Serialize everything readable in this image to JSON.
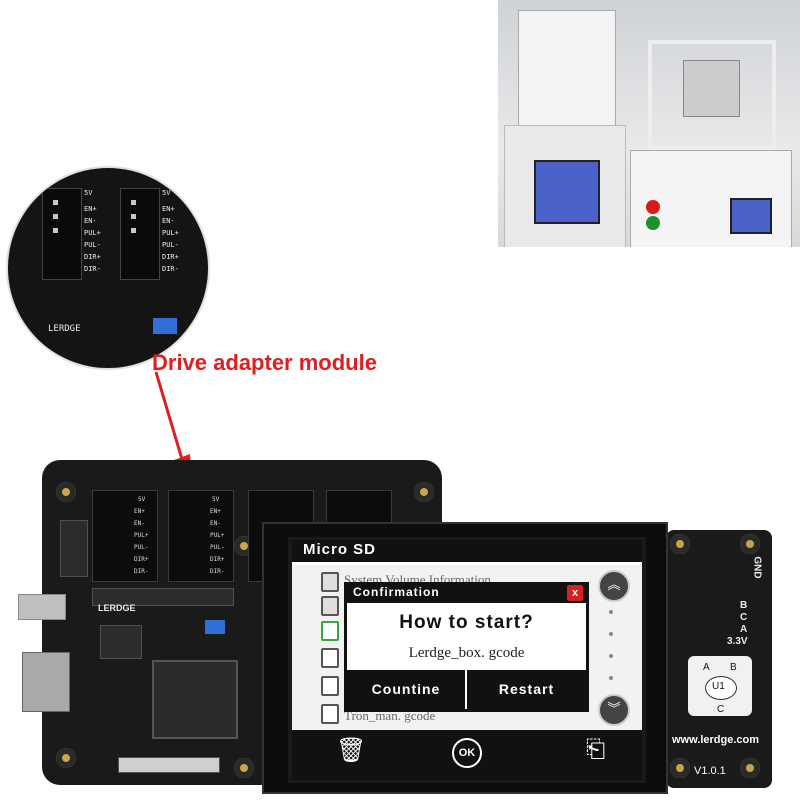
{
  "caption": "Drive adapter module",
  "zoom_labels": {
    "v5": "5V",
    "en_plus": "EN+",
    "en_minus": "EN-",
    "pul_plus": "PUL+",
    "pul_minus": "PUL-",
    "dir_plus": "DIR+",
    "dir_minus": "DIR-",
    "brand": "LERDGE"
  },
  "board": {
    "brand": "LERDGE",
    "website": "www.lerdge.com",
    "version": "V1.0.1",
    "pins": [
      "GND",
      "B",
      "C",
      "A",
      "3.3V"
    ],
    "joy_a": "A",
    "joy_b": "B",
    "joy_c": "C",
    "joy_u1": "U1"
  },
  "screen": {
    "title": "Micro SD",
    "files": [
      "System Volume Information",
      "",
      "",
      "",
      "",
      "Tron_man. gcode"
    ],
    "dialog": {
      "title": "Confirmation",
      "question": "How to start?",
      "filename": "Lerdge_box. gcode",
      "left_button": "Countine",
      "right_button": "Restart",
      "close": "x"
    },
    "bottom": {
      "delete": "🗑",
      "ok": "OK",
      "exit": "⎗"
    }
  },
  "colors": {
    "caption": "#e01e1e",
    "close": "#d62020",
    "lcd_blue": "#4a62c9",
    "pcb": "#1a1a1a"
  }
}
